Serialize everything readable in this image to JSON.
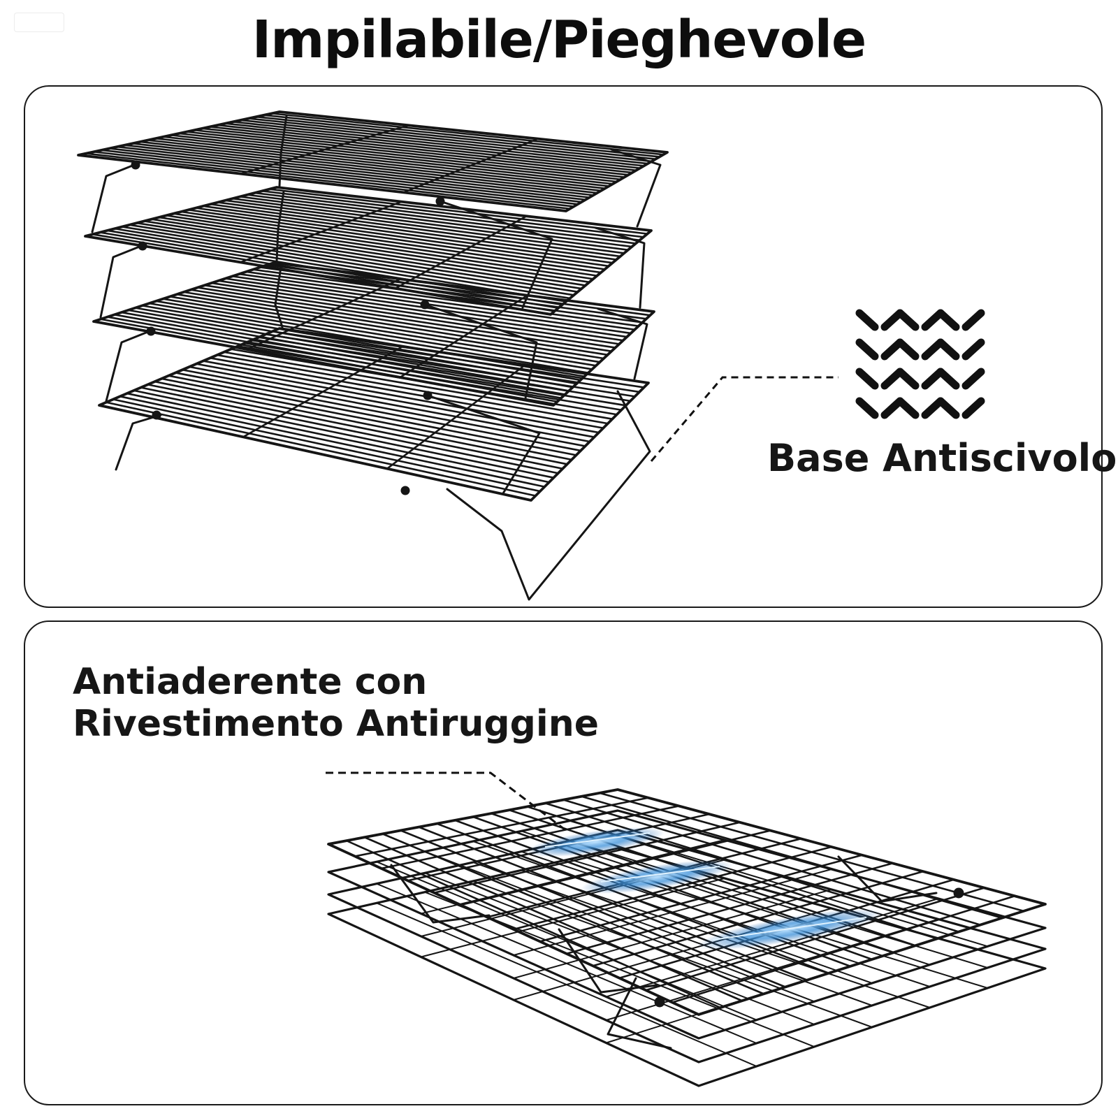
{
  "header": {
    "title": "Impilabile/Pieghevole"
  },
  "features": {
    "anti_slip": {
      "label": "Base Antiscivolo",
      "icon": "anti-slip-pattern-icon"
    },
    "coating": {
      "line1": "Antiaderente con",
      "line2": "Rivestimento Antiruggine"
    }
  },
  "product": {
    "top_image": "stacked-cooling-racks",
    "bottom_image": "folded-cooling-racks"
  },
  "colors": {
    "ink": "#111111",
    "highlight": "#3a8fd9"
  }
}
